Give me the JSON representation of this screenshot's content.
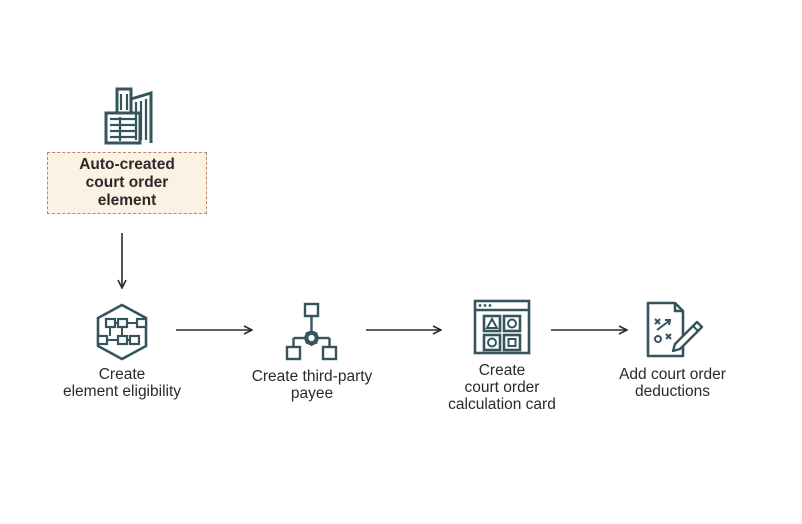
{
  "colors": {
    "icon": "#35555c",
    "box_fill": "#fbf2e3",
    "box_border": "#b8896a",
    "arrow": "#2b2b2b"
  },
  "start": {
    "icon": "office-building-icon",
    "label_lines": [
      "Auto-created",
      "court order",
      "element"
    ]
  },
  "steps": [
    {
      "icon": "hexagon-network-icon",
      "label_lines": [
        "Create",
        "element eligibility"
      ]
    },
    {
      "icon": "hierarchy-gear-icon",
      "label_lines": [
        "Create third-party",
        "payee"
      ]
    },
    {
      "icon": "calculator-window-icon",
      "label_lines": [
        "Create",
        "court order",
        "calculation card"
      ]
    },
    {
      "icon": "document-pen-icon",
      "label_lines": [
        "Add court order",
        "deductions"
      ]
    }
  ]
}
